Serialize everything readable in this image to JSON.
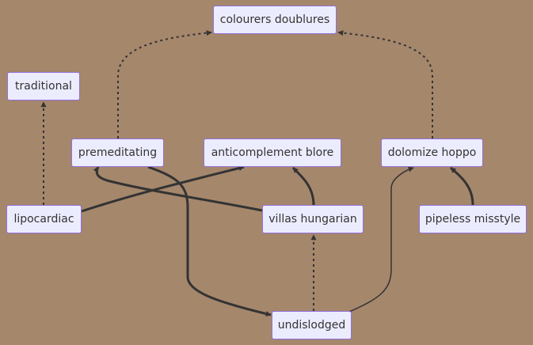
{
  "diagram": {
    "type": "flowchart",
    "colors": {
      "background": "#a5876c",
      "node_fill": "#ececff",
      "node_border": "#9370db",
      "edge": "#333333",
      "text": "#333333"
    },
    "nodes": {
      "colourers": "colourers doublures",
      "traditional": "traditional",
      "premeditating": "premeditating",
      "anticomplement": "anticomplement blore",
      "dolomize": "dolomize hoppo",
      "lipocardiac": "lipocardiac",
      "villas": "villas hungarian",
      "pipeless": "pipeless misstyle",
      "undislodged": "undislodged"
    },
    "edges": [
      {
        "from": "premeditating",
        "to": "colourers",
        "style": "dotted"
      },
      {
        "from": "dolomize",
        "to": "colourers",
        "style": "dotted"
      },
      {
        "from": "lipocardiac",
        "to": "traditional",
        "style": "dotted"
      },
      {
        "from": "lipocardiac",
        "to": "anticomplement",
        "style": "thick"
      },
      {
        "from": "villas",
        "to": "premeditating",
        "style": "thick"
      },
      {
        "from": "villas",
        "to": "anticomplement",
        "style": "thick"
      },
      {
        "from": "pipeless",
        "to": "dolomize",
        "style": "thick"
      },
      {
        "from": "premeditating",
        "to": "undislodged",
        "style": "thick"
      },
      {
        "from": "undislodged",
        "to": "villas",
        "style": "dotted"
      },
      {
        "from": "undislodged",
        "to": "dolomize",
        "style": "solid"
      }
    ]
  }
}
